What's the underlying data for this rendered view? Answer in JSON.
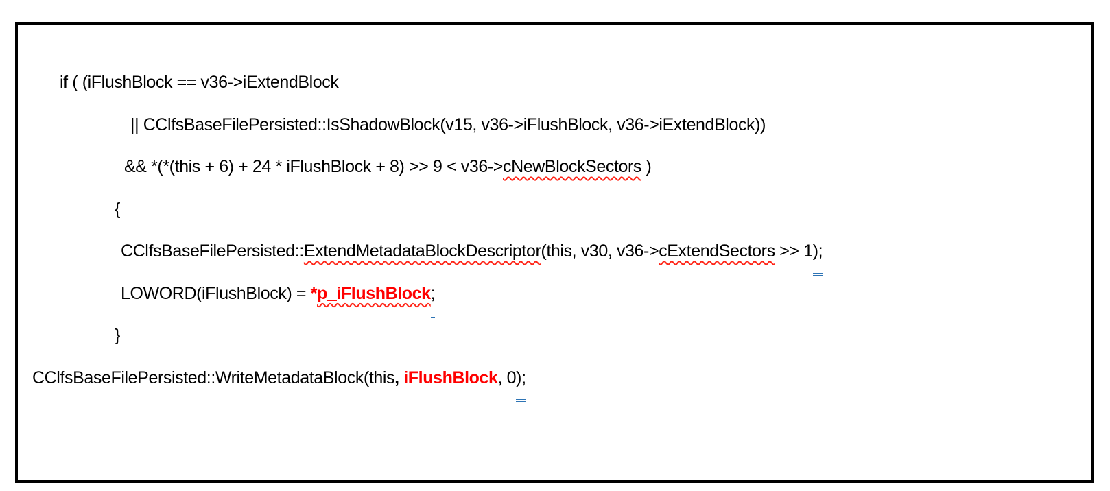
{
  "page": {
    "background": "#ffffff",
    "border_color": "#000000",
    "text_color": "#000000",
    "highlight_red": "#ff0000",
    "spellcheck_red": "#ff2619",
    "grammar_blue": "#2e74b5"
  },
  "code": {
    "lines": [
      {
        "indent": 61,
        "segments": [
          {
            "t": "if ( (iFlushBlock == v36->iExtendBlock",
            "s": []
          }
        ]
      },
      {
        "indent": 164,
        "segments": [
          {
            "t": "|| CClfsBaseFilePersisted::IsShadowBlock(v15, v36->iFlushBlock, v36->iExtendBlock))",
            "s": []
          }
        ]
      },
      {
        "indent": 155,
        "segments": [
          {
            "t": "&& *(*(this + 6) + 24 * iFlushBlock + 8) >> 9 < v36->",
            "s": []
          },
          {
            "t": "cNewBlockSectors",
            "s": [
              "spell"
            ]
          },
          {
            "t": " )",
            "s": []
          }
        ]
      },
      {
        "indent": 141,
        "segments": [
          {
            "t": "{",
            "s": []
          }
        ]
      },
      {
        "indent": 150,
        "segments": [
          {
            "t": "CClfsBaseFilePersisted::",
            "s": []
          },
          {
            "t": "ExtendMetadataBlockDescriptor",
            "s": [
              "spell"
            ]
          },
          {
            "t": "(this, v30, v36->",
            "s": []
          },
          {
            "t": "cExtendSectors",
            "s": [
              "spell"
            ]
          },
          {
            "t": " >> 1",
            "s": []
          },
          {
            "t": ");",
            "s": [
              "grammar"
            ]
          }
        ]
      },
      {
        "indent": 150,
        "segments": [
          {
            "t": "LOWORD(iFlushBlock) = ",
            "s": []
          },
          {
            "t": "*",
            "s": [
              "red"
            ]
          },
          {
            "t": "p_iFlushBlock",
            "s": [
              "red",
              "spell"
            ]
          },
          {
            "t": ";",
            "s": [
              "grammar"
            ]
          }
        ]
      },
      {
        "indent": 141,
        "segments": [
          {
            "t": "}",
            "s": []
          }
        ]
      },
      {
        "indent": 21,
        "segments": [
          {
            "t": "CClfsBaseFilePersisted::WriteMetadataBlock(this",
            "s": []
          },
          {
            "t": ",",
            "s": [
              "bold"
            ]
          },
          {
            "t": " ",
            "s": []
          },
          {
            "t": "iFlushBlock",
            "s": [
              "red"
            ]
          },
          {
            "t": ", 0",
            "s": []
          },
          {
            "t": ");",
            "s": [
              "grammar"
            ]
          }
        ]
      }
    ]
  }
}
